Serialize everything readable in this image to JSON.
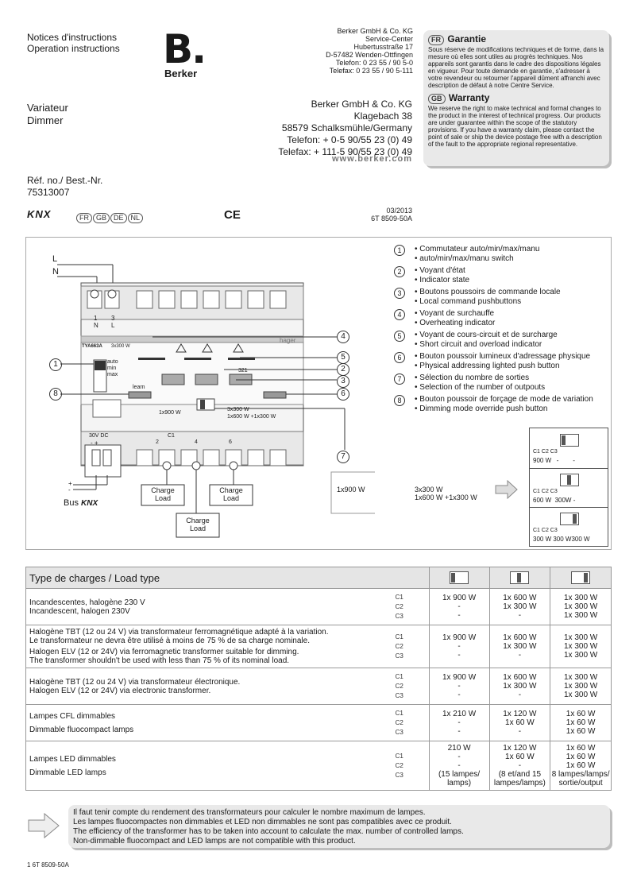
{
  "header": {
    "notice_fr": "Notices d'instructions",
    "notice_en": "Operation instructions",
    "brand": "Berker",
    "brand_letter": "B.",
    "service_addr": [
      "Berker GmbH & Co. KG",
      "Service-Center",
      "Hubertusstraße 17",
      "D-57482 Wenden-Ottfingen",
      "Telefon: 0 23 55 / 90 5-0",
      "Telefax: 0 23 55 / 90 5-111"
    ],
    "product_fr": "Variateur",
    "product_en": "Dimmer",
    "main_addr": [
      "Berker GmbH & Co. KG",
      "Klagebach 38",
      "58579 Schalksmühle/Germany",
      "Telefon:  + 0-5 90/55 23 (0) 49",
      "Telefax: + 111-5 90/55 23 (0) 49"
    ],
    "website": "www.berker.com",
    "ref_label": "Réf. no./ Best.-Nr.",
    "ref_number": "75313007",
    "knx": "KNX",
    "languages": [
      "FR",
      "GB",
      "DE",
      "NL"
    ],
    "ce": "CE",
    "date": "03/2013",
    "doc_code": "6T 8509-50A"
  },
  "warranty": {
    "fr_tag": "FR",
    "fr_title": "Garantie",
    "fr_text": "Sous réserve de modifications techniques et de forme, dans la mesure où elles sont utiles au progrès techniques. Nos appareils sont garantis dans le cadre des dispositions légales en vigueur. Pour toute demande en garantie, s'adresser à votre revendeur ou retourner l'appareil dûment affranchi avec description de défaut à notre Centre Service.",
    "gb_tag": "GB",
    "gb_title": "Warranty",
    "gb_text": "We reserve the right to make technical and formal changes to the product in the interest of technical progress. Our products are under guarantee within the scope of the statutory provisions. If you have a warranty claim, please contact the point of sale or ship the device postage free with a description of the fault to the appropriate regional representative."
  },
  "diagram": {
    "L": "L",
    "N": "N",
    "term1": "1",
    "term1b": "N",
    "term3": "3",
    "term3b": "L",
    "model": "TYA663A",
    "model2": "3x300 W",
    "hager": "hager",
    "auto": "auto",
    "min": "min",
    "max": "max",
    "learn": "learn",
    "n321": "321",
    "s1": "1x900 W",
    "s2": "3x300 W",
    "s3": "1x600 W +1x300 W",
    "dc": "30V DC",
    "dcpol": "-   +",
    "c1": "C1",
    "n2": "2",
    "n4": "4",
    "n6": "6",
    "charge": "Charge",
    "load": "Load",
    "bus": "Bus",
    "pm1": "+",
    "pm2": "-",
    "callouts": [
      "1",
      "2",
      "3",
      "4",
      "5",
      "6",
      "7",
      "8"
    ],
    "zoom_s1": "1x900 W",
    "zoom_s2": "3x300 W",
    "zoom_s3": "1x600 W +1x300 W",
    "opt1": "900 W   -        -",
    "opt2": "600 W  300W -",
    "opt3": "300 W 300 W300 W",
    "optlbl": "C1 C2 C3"
  },
  "legend": [
    {
      "n": "1",
      "fr": "• Commutateur auto/min/max/manu",
      "en": "• auto/min/max/manu switch"
    },
    {
      "n": "2",
      "fr": "• Voyant d'état",
      "en": "• Indicator state"
    },
    {
      "n": "3",
      "fr": "• Boutons poussoirs de commande locale",
      "en": "• Local command pushbuttons"
    },
    {
      "n": "4",
      "fr": "•  Voyant de surchauffe",
      "en": "• Overheating indicator"
    },
    {
      "n": "5",
      "fr": "•  Voyant de cours-circuit et de surcharge",
      "en": "• Short circuit and overload indicator"
    },
    {
      "n": "6",
      "fr": "•  Bouton poussoir lumineux d'adressage physique",
      "en": "• Physical addressing lighted push button"
    },
    {
      "n": "7",
      "fr": "• Sélection du nombre de sorties",
      "en": "• Selection of the number of outpouts"
    },
    {
      "n": "8",
      "fr": "•  Bouton poussoir de forçage de mode de variation",
      "en": "• Dimming mode override push button"
    }
  ],
  "table": {
    "title": "Type de charges / Load type",
    "rows": [
      {
        "desc": [
          "Incandescentes, halogène 230 V",
          "Incandescent, halogen 230V"
        ],
        "ch": [
          "C1",
          "C2",
          "C3"
        ],
        "v1": [
          "1x 900 W",
          "-",
          "-"
        ],
        "v2": [
          "1x 600 W",
          "1x 300 W",
          "-"
        ],
        "v3": [
          "1x 300 W",
          "1x 300 W",
          "1x 300 W"
        ]
      },
      {
        "desc": [
          "Halogène TBT (12 ou 24 V) via transformateur ferromagnétique adapté à la variation.",
          "Le transformateur ne devra être utilisé à moins de 75 % de sa charge nominale.",
          "Halogen ELV (12 or 24V) via ferromagnetic transformer suitable for dimming.",
          "The transformer shouldn't be used with less than 75 % of its nominal load."
        ],
        "ch": [
          "C1",
          "C2",
          "C3"
        ],
        "v1": [
          "1x 900 W",
          "-",
          "-"
        ],
        "v2": [
          "1x 600 W",
          "1x 300 W",
          "-"
        ],
        "v3": [
          "1x 300 W",
          "1x 300 W",
          "1x 300 W"
        ]
      },
      {
        "desc": [
          "Halogène TBT (12 ou 24 V) via transformateur électronique.",
          "Halogen ELV (12 or 24V) via electronic transformer."
        ],
        "ch": [
          "C1",
          "C2",
          "C3"
        ],
        "v1": [
          "1x 900 W",
          "-",
          "-"
        ],
        "v2": [
          "1x 600 W",
          "1x 300 W",
          "-"
        ],
        "v3": [
          "1x 300 W",
          "1x 300 W",
          "1x 300 W"
        ]
      },
      {
        "desc": [
          "Lampes CFL dimmables",
          "Dimmable fluocompact lamps"
        ],
        "ch": [
          "C1",
          "C2",
          "C3"
        ],
        "v1": [
          "1x 210 W",
          "-",
          "-"
        ],
        "v2": [
          "1x 120 W",
          "1x 60 W",
          "-"
        ],
        "v3": [
          "1x 60 W",
          "1x 60 W",
          "1x 60 W"
        ]
      },
      {
        "desc": [
          "Lampes LED dimmables",
          "Dimmable LED lamps"
        ],
        "ch": [
          "C1",
          "C2",
          "C3"
        ],
        "v1": [
          "210 W",
          "-",
          "-",
          "(15 lampes/",
          "lamps)"
        ],
        "v2": [
          "1x 120 W",
          "1x 60 W",
          "-",
          "(8 et/and 15",
          "lampes/lamps)"
        ],
        "v3": [
          "1x 60 W",
          "1x 60 W",
          "1x 60 W",
          "8 lampes/lamps/",
          "sortie/output"
        ]
      }
    ]
  },
  "note": [
    "Il faut tenir compte du rendement des transformateurs pour calculer le nombre maximum de lampes.",
    "Les lampes fluocompactes non dimmables et LED non dimmables ne sont pas compatibles avec ce produit.",
    "The efficiency of the transformer has to be taken into account to calculate the max. number of controlled lamps.",
    "Non-dimmable fluocompact and LED lamps are not compatible with this product."
  ],
  "footer": "1 6T 8509-50A"
}
